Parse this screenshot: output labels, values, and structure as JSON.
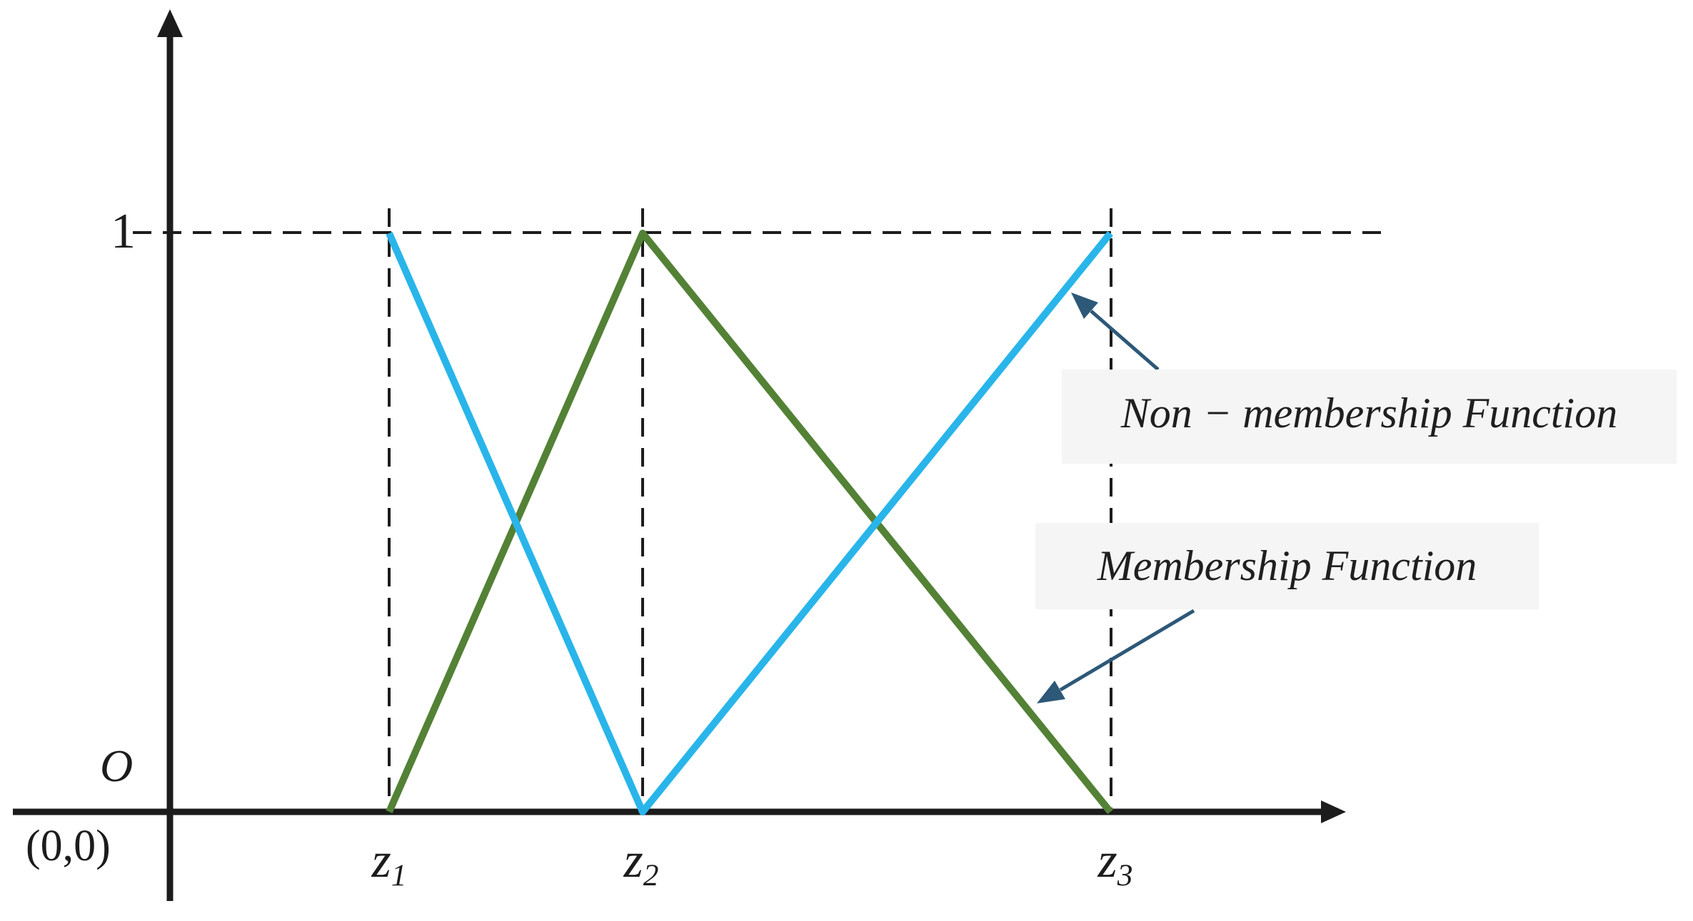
{
  "chart_data": {
    "type": "line",
    "title": "",
    "description": "Triangular fuzzy membership and non-membership functions over points z1, z2, z3",
    "categories": [
      "z1",
      "z2",
      "z3"
    ],
    "series": [
      {
        "name": "Membership Function",
        "color": "#538135",
        "x": [
          "z1",
          "z2",
          "z3"
        ],
        "y": [
          0,
          1,
          0
        ]
      },
      {
        "name": "Non - membership Function",
        "color": "#29b5ea",
        "x": [
          "z1",
          "z2",
          "z3"
        ],
        "y": [
          1,
          0,
          1
        ]
      }
    ],
    "xlabel": "",
    "ylabel": "",
    "ylim": [
      0,
      1.4
    ],
    "y_ticks": [
      "1"
    ],
    "x_ticks": [
      "z1",
      "z2",
      "z3"
    ],
    "grid": "dashed guide at y=1 and dashed verticals at z1, z2, z3",
    "legend_position": "right-side annotation callouts with arrows"
  },
  "labels": {
    "y_tick_1": "1",
    "origin_o": "O",
    "origin_coords": "(0,0)",
    "x_ticks": [
      {
        "base": "z",
        "sub": "1"
      },
      {
        "base": "z",
        "sub": "2"
      },
      {
        "base": "z",
        "sub": "3"
      }
    ]
  },
  "annotations": {
    "non_membership": {
      "label": "Non − membership Function"
    },
    "membership": {
      "label": "Membership Function"
    }
  },
  "colors": {
    "membership_line": "#538135",
    "non_membership_line": "#29b5ea",
    "callout_arrow": "#2d5878",
    "annotation_box_bg": "#f5f5f5",
    "axis": "#1c1c1c"
  }
}
